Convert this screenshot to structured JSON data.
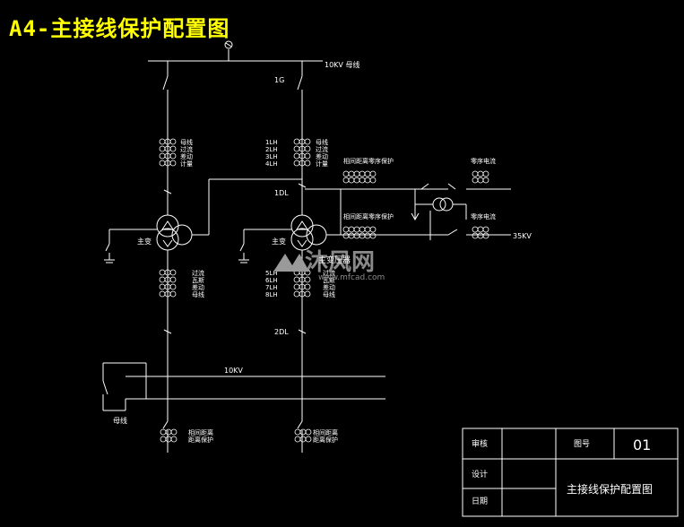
{
  "title": "A4-主接线保护配置图",
  "bus_110kv": "10KV 母线",
  "label_1g": "1G",
  "label_1dl": "1DL",
  "label_2dl": "2DL",
  "label_10kv": "10KV",
  "main_transformer": "主变",
  "left_upper_protections": [
    "母线",
    "过流",
    "差动",
    "计量"
  ],
  "left_lower_protections": [
    "过流",
    "瓦斯",
    "差动",
    "母线"
  ],
  "right_upper_ct": [
    "1LH",
    "2LH",
    "3LH",
    "4LH"
  ],
  "right_upper_protections": [
    "母线",
    "过流",
    "差动",
    "计量"
  ],
  "right_lower_ct": [
    "5LH",
    "6LH",
    "7LH",
    "8LH"
  ],
  "right_lower_protections": [
    "过流",
    "瓦斯",
    "差动",
    "母线"
  ],
  "mid_label_a": "相间距离零序保护",
  "mid_label_b": "相间距离零序保护",
  "far_label_a": "零序电流",
  "far_label_b": "零序电流",
  "label_35kv": "35KV",
  "feeder_label": "母线",
  "feeder_left": [
    "相间距离",
    "距离保护"
  ],
  "feeder_right": [
    "相间距离",
    "距离保护"
  ],
  "watermark_brand": "沐风网",
  "watermark_url": "www.mfcad.com",
  "watermark_overlap": "主变压器",
  "title_block": {
    "review": "审核",
    "design": "设计",
    "date": "日期",
    "drawing_no_label": "图号",
    "drawing_no": "01",
    "drawing_name": "主接线保护配置图"
  }
}
